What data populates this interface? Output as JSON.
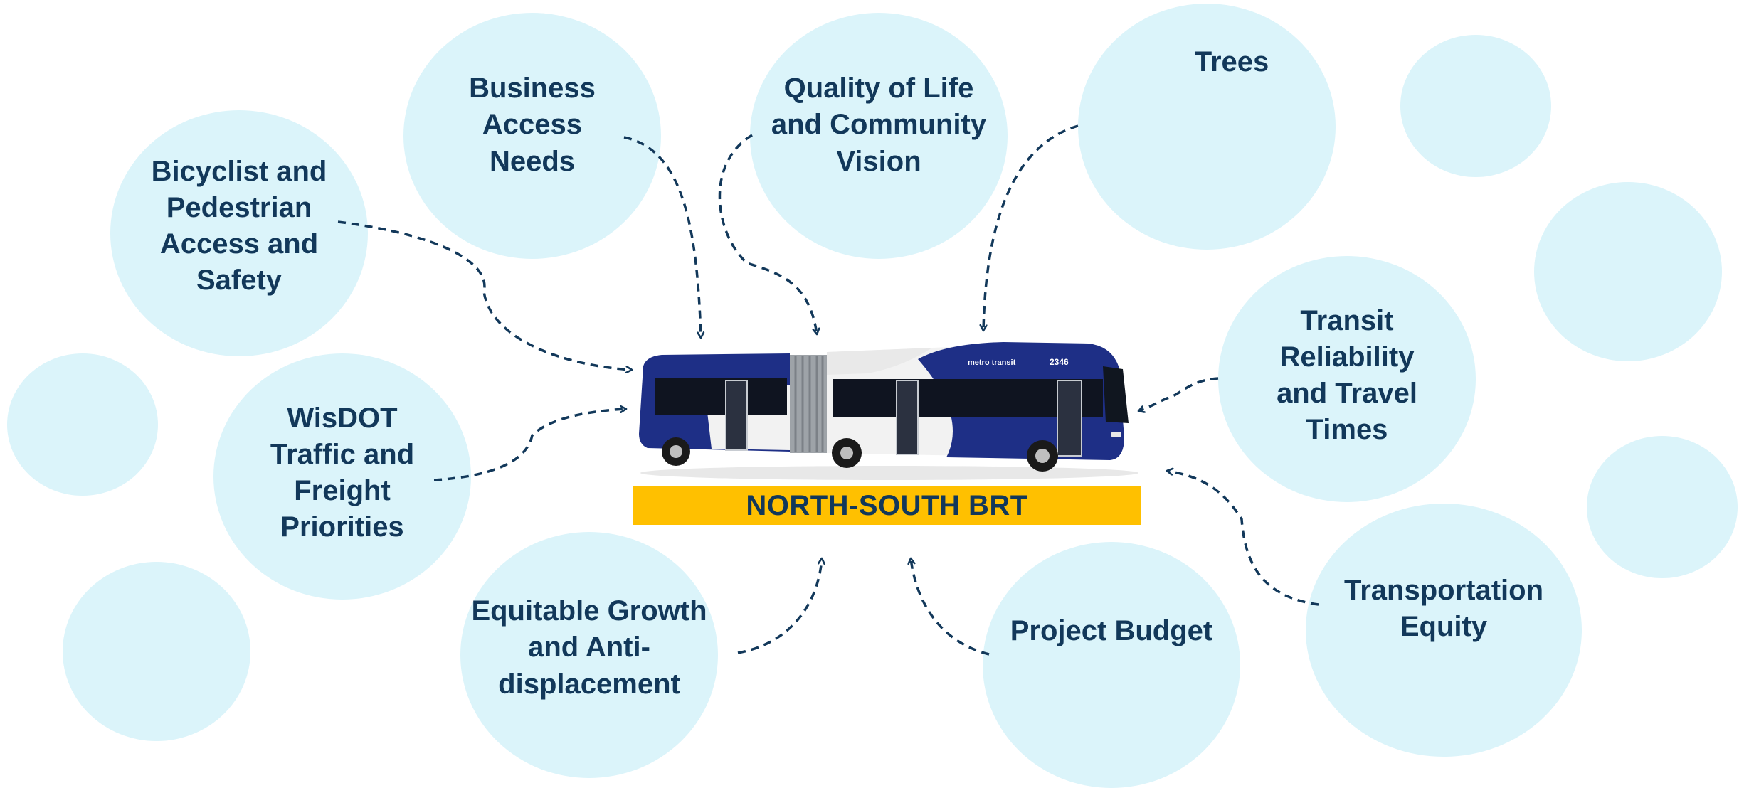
{
  "project": "NORTH-SOUTH BRT",
  "bus_fleet_number": "2346",
  "bus_brand": "metro transit",
  "colors": {
    "bubble": "#dbf4fa",
    "text": "#12385a",
    "banner": "#ffc000",
    "arrow": "#12385a",
    "bus_blue": "#1e2f86"
  },
  "considerations": [
    "Business\nAccess\nNeeds",
    "Quality of Life\nand Community\nVision",
    "Trees",
    "Bicyclist and\nPedestrian\nAccess and\nSafety",
    "Transit\nReliability\nand Travel\nTimes",
    "WisDOT\nTraffic and\nFreight\nPriorities",
    "Equitable Growth\nand Anti-\ndisplacement",
    "Project Budget",
    "Transportation\nEquity"
  ]
}
